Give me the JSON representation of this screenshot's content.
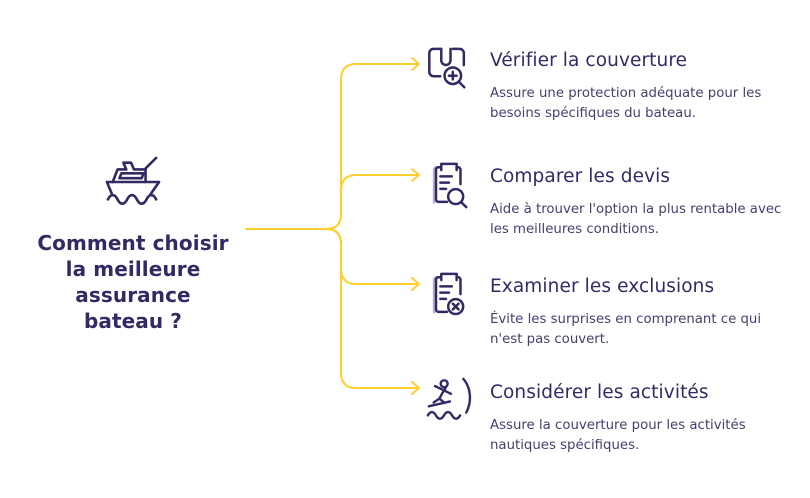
{
  "palette": {
    "background": "#FFFFFF",
    "accent_yellow": "#FFCF30",
    "ink_navy": "#332A63",
    "description_navy": "#453F6D"
  },
  "center": {
    "icon": "boat-icon",
    "title": "Comment choisir la meilleure assurance bateau ?",
    "title_lines": [
      "Comment choisir",
      "la meilleure",
      "assurance",
      "bateau ?"
    ]
  },
  "branches": [
    {
      "icon": "book-magnifier-icon",
      "title": "Vérifier la couverture",
      "description": "Assure une protection adéquate pour les besoins spécifiques du bateau."
    },
    {
      "icon": "clipboard-magnifier-icon",
      "title": "Comparer les devis",
      "description": "Aide à trouver l'option la plus rentable avec les meilleures conditions."
    },
    {
      "icon": "clipboard-exclusion-icon",
      "title": "Examiner les exclusions",
      "description": "Évite les surprises en comprenant ce qui n'est pas couvert."
    },
    {
      "icon": "water-skier-icon",
      "title": "Considérer les activités",
      "description": "Assure la couverture pour les activités nautiques spécifiques."
    }
  ]
}
